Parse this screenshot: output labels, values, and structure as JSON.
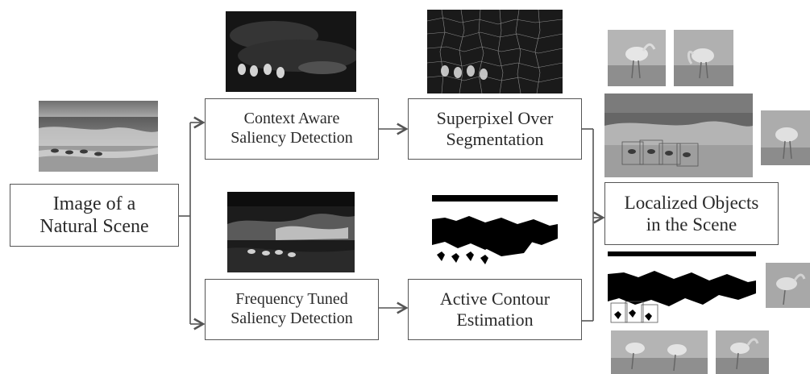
{
  "nodes": {
    "input": "Image of a\nNatural Scene",
    "context_aware": "Context Aware\nSaliency Detection",
    "frequency_tuned": "Frequency Tuned\nSaliency Detection",
    "superpixel": "Superpixel Over\nSegmentation",
    "active_contour": "Active Contour\nEstimation",
    "localized": "Localized Objects\nin the Scene"
  },
  "images": {
    "input_photo": "beach-birds-photo",
    "context_saliency_map": "context-saliency-map",
    "frequency_saliency_map": "frequency-saliency-map",
    "superpixel_map": "superpixel-segmentation-map",
    "contour_map": "active-contour-binary-mask",
    "result_crops": "localized-bird-crops"
  }
}
